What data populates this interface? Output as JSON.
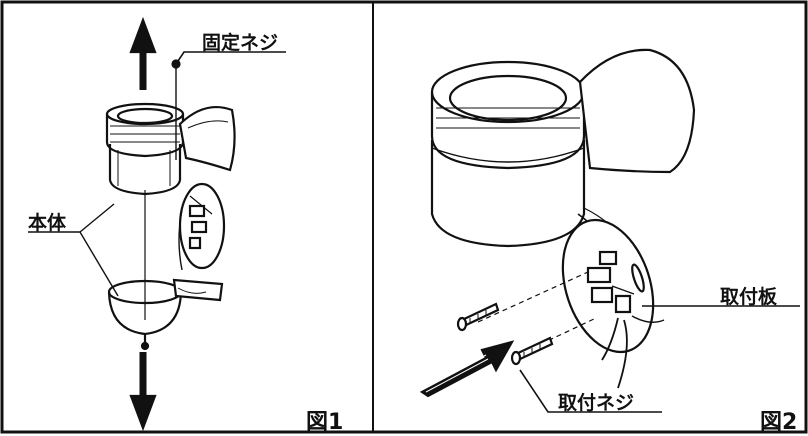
{
  "figure1": {
    "caption": "図1",
    "labels": {
      "fixing_screw": "固定ネジ",
      "body": "本体"
    }
  },
  "figure2": {
    "caption": "図2",
    "labels": {
      "mounting_plate": "取付板",
      "mounting_screw": "取付ネジ"
    }
  }
}
